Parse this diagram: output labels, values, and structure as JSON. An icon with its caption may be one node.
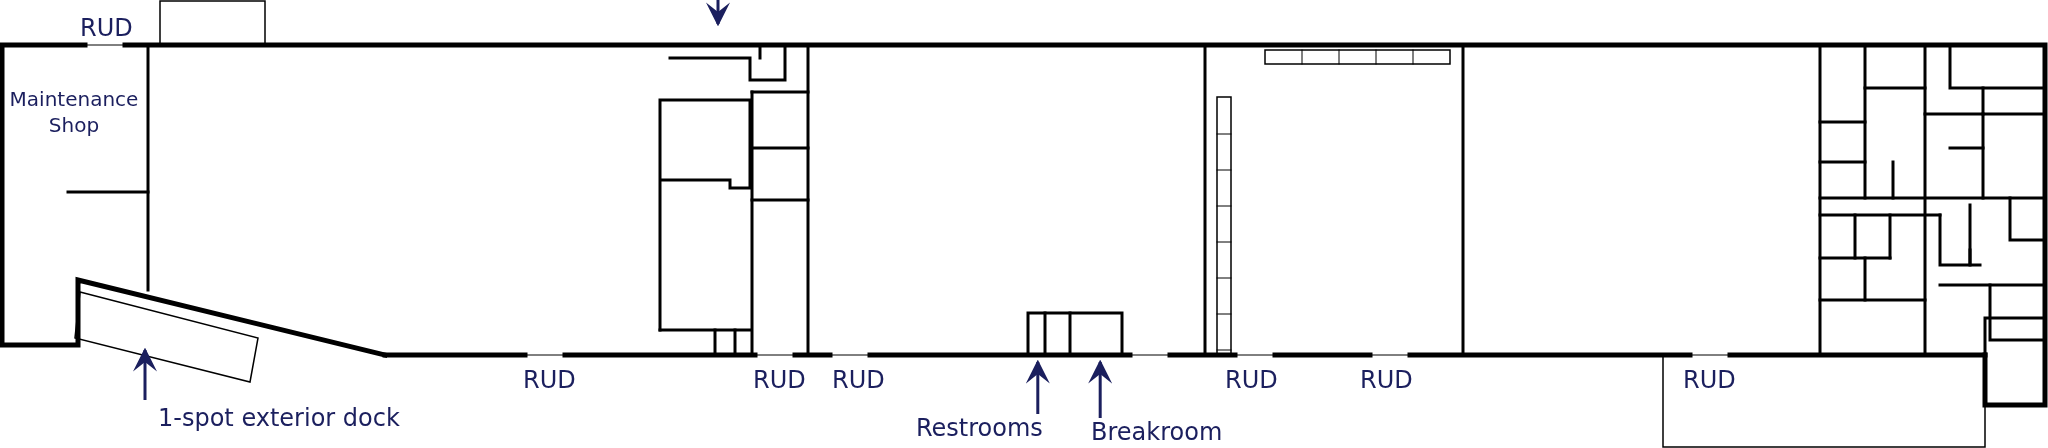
{
  "diagram": {
    "nodes": [
      {
        "text": [
          "Maintenance Shop"
        ]
      },
      {
        "text": [
          "1-spot exterior dock"
        ]
      },
      {
        "text": [
          "Restrooms"
        ]
      },
      {
        "text": [
          "Breakroom"
        ]
      }
    ],
    "edges": [
      {
        "from": 1,
        "to": null,
        "arrow": "to"
      },
      {
        "from": 2,
        "to": null,
        "arrow": "to"
      },
      {
        "from": 3,
        "to": null,
        "arrow": "to"
      }
    ],
    "labels": [
      "RUD",
      "RUD",
      "RUD",
      "RUD",
      "RUD",
      "RUD",
      "RUD"
    ]
  }
}
